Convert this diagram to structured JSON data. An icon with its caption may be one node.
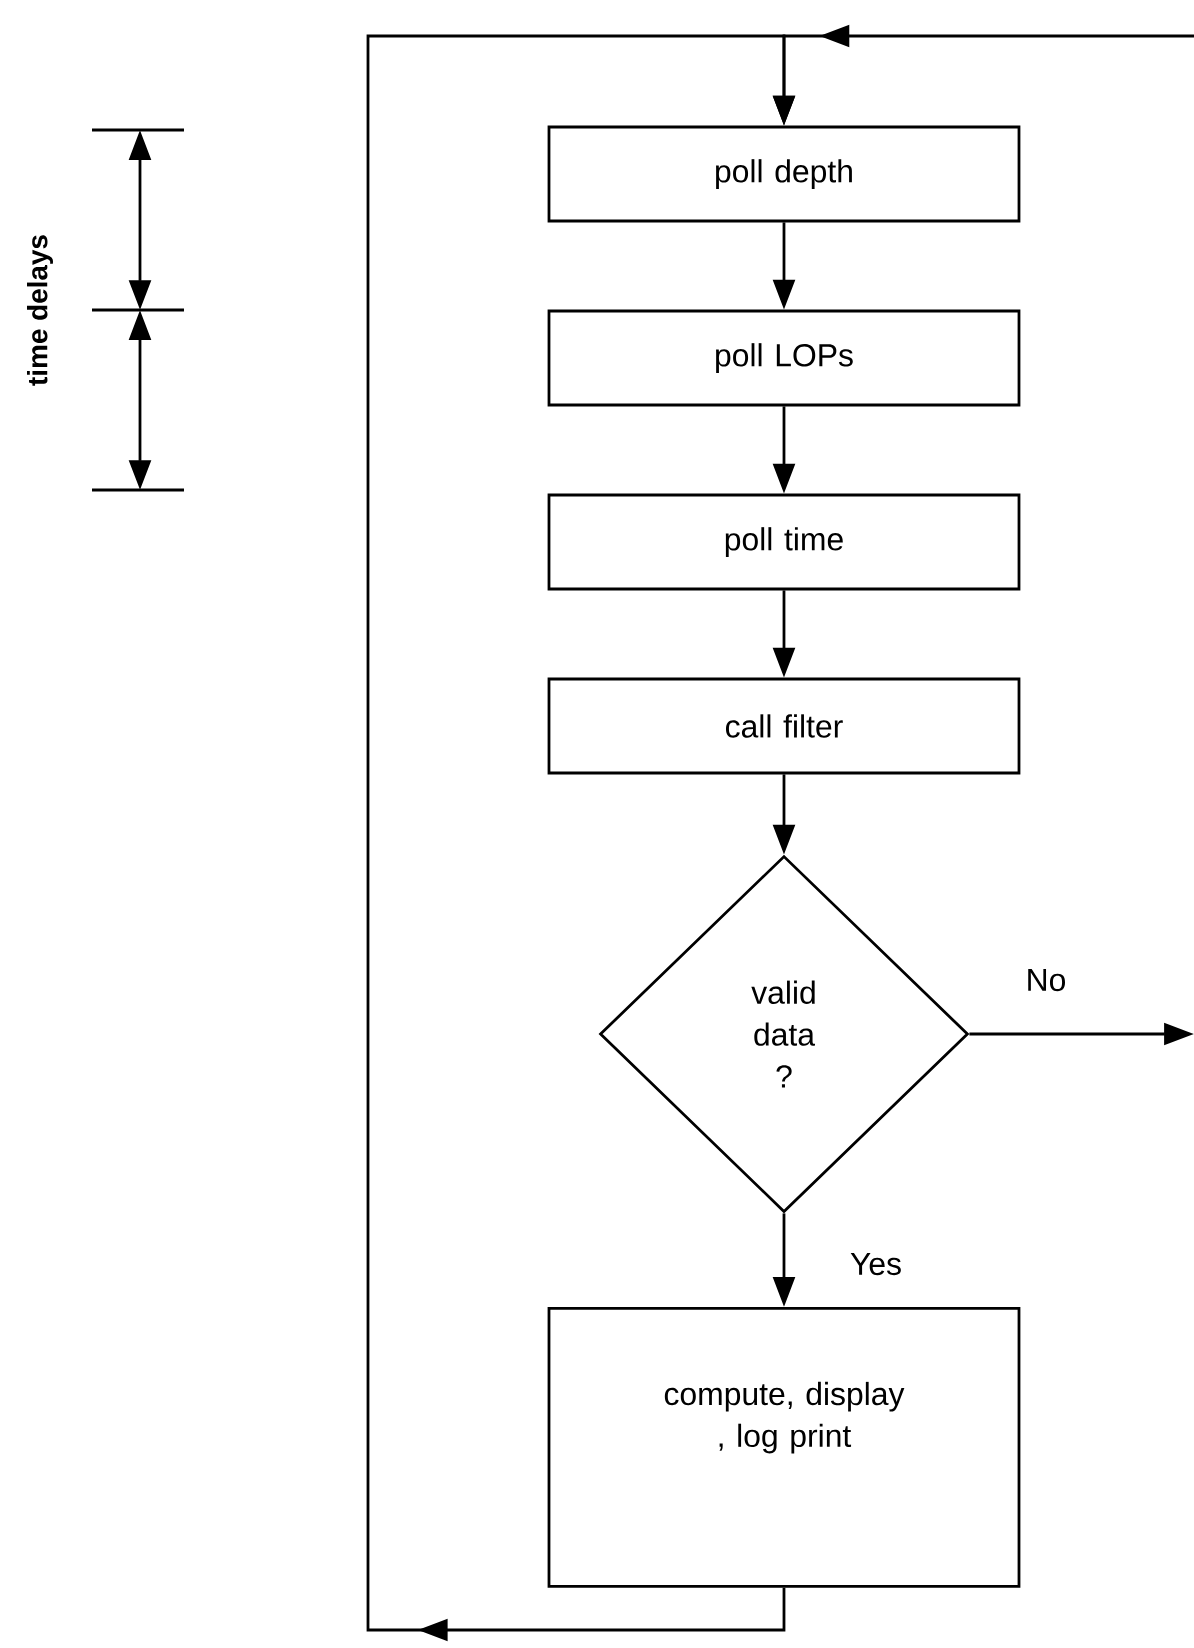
{
  "diagram": {
    "nodes": [
      {
        "text": [
          "poll depth"
        ]
      },
      {
        "text": [
          "poll LOPs"
        ]
      },
      {
        "text": [
          "poll time"
        ]
      },
      {
        "text": [
          "call filter"
        ]
      },
      {
        "text": [
          "valid data ?"
        ]
      },
      {
        "text": [
          "compute, display , log print"
        ]
      }
    ],
    "edges": [
      {
        "from": 0,
        "to": 1,
        "arrow": "to"
      },
      {
        "from": 1,
        "to": 2,
        "arrow": "to"
      },
      {
        "from": 2,
        "to": 3,
        "arrow": "to"
      },
      {
        "from": 3,
        "to": 4,
        "arrow": "to"
      },
      {
        "from": 4,
        "to": 5,
        "arrow": "to",
        "label": "Yes"
      },
      {
        "from": 4,
        "to": null,
        "arrow": "to",
        "label": "No"
      },
      {
        "from": 5,
        "to": 0,
        "arrow": "to"
      },
      {
        "from": null,
        "to": 0,
        "arrow": "to"
      }
    ],
    "labels": [
      "time delays"
    ]
  }
}
